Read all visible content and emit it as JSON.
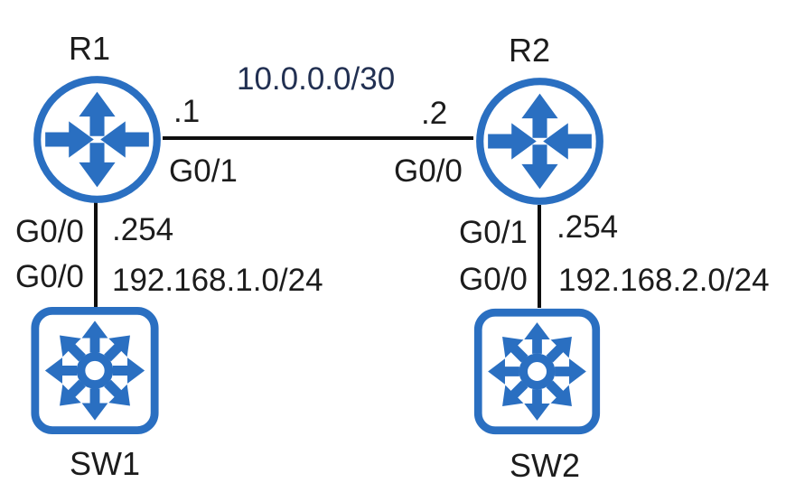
{
  "diagram": {
    "type": "network-topology",
    "nodes": [
      {
        "id": "R1",
        "label": "R1",
        "device": "router",
        "icon": "router-icon"
      },
      {
        "id": "R2",
        "label": "R2",
        "device": "router",
        "icon": "router-icon"
      },
      {
        "id": "SW1",
        "label": "SW1",
        "device": "multilayer-switch",
        "icon": "multilayer-switch-icon"
      },
      {
        "id": "SW2",
        "label": "SW2",
        "device": "multilayer-switch",
        "icon": "multilayer-switch-icon"
      }
    ],
    "links": [
      {
        "from": "R1",
        "to": "R2",
        "network": "10.0.0.0/30",
        "from_interface": "G0/1",
        "from_host": ".1",
        "to_interface": "G0/0",
        "to_host": ".2"
      },
      {
        "from": "R1",
        "to": "SW1",
        "network": "192.168.1.0/24",
        "from_interface": "G0/0",
        "from_host": ".254",
        "to_interface": "G0/0"
      },
      {
        "from": "R2",
        "to": "SW2",
        "network": "192.168.2.0/24",
        "from_interface": "G0/1",
        "from_host": ".254",
        "to_interface": "G0/0"
      }
    ],
    "colors": {
      "device_blue": "#2a6fc1",
      "link_black": "#0e0e0e",
      "text": "#1c1c1c",
      "wan_network_label": "#223052",
      "background": "#ffffff"
    }
  }
}
